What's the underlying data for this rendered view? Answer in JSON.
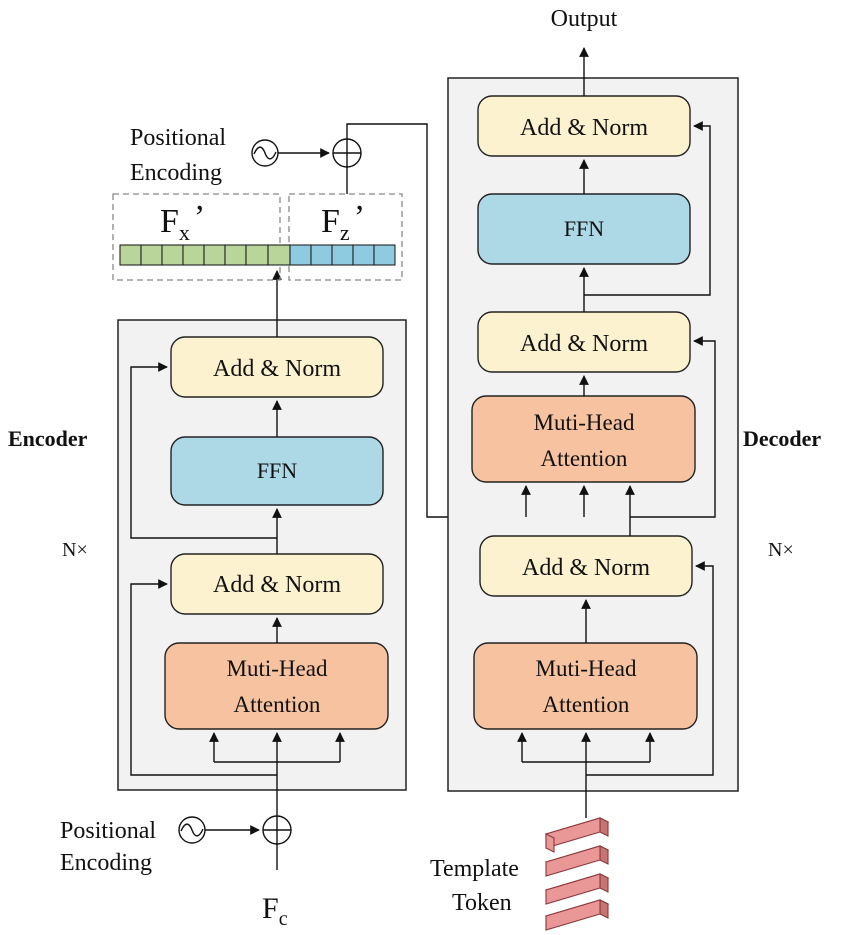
{
  "output_label": "Output",
  "encoder": {
    "title": "Encoder",
    "repeat": "N×",
    "add_norm_top": "Add & Norm",
    "ffn": "FFN",
    "add_norm_bottom": "Add & Norm",
    "mha_line1": "Muti-Head",
    "mha_line2": "Attention",
    "input_label": "F",
    "input_sub": "c",
    "pos_enc_line1": "Positional",
    "pos_enc_line2": "Encoding"
  },
  "decoder": {
    "title": "Decoder",
    "repeat": "N×",
    "add_norm_top": "Add & Norm",
    "ffn": "FFN",
    "add_norm_mid": "Add & Norm",
    "cross_mha_line1": "Muti-Head",
    "cross_mha_line2": "Attention",
    "add_norm_bottom": "Add & Norm",
    "self_mha_line1": "Muti-Head",
    "self_mha_line2": "Attention",
    "template_line1": "Template",
    "template_line2": "Token"
  },
  "features": {
    "fx_label": "F",
    "fx_sub": "x",
    "fz_label": "F",
    "fz_sub": "z",
    "prime": "’",
    "pos_enc_line1": "Positional",
    "pos_enc_line2": "Encoding"
  }
}
